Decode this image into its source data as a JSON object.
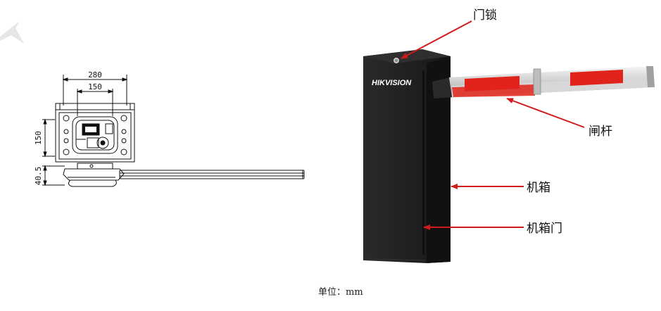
{
  "drawing": {
    "dimensions": {
      "width_outer": "280",
      "width_inner": "150",
      "height_body": "150",
      "height_base": "40.5"
    }
  },
  "product": {
    "brand": "HIKVISION",
    "callouts": {
      "door_lock": "门锁",
      "boom_arm": "闸杆",
      "cabinet": "机箱",
      "cabinet_door": "机箱门"
    },
    "colors": {
      "cabinet": "#1c1c1c",
      "boom_stripe": "#e0231b",
      "arrow": "#d11a1a"
    }
  },
  "footer": {
    "unit_label": "单位：mm"
  }
}
